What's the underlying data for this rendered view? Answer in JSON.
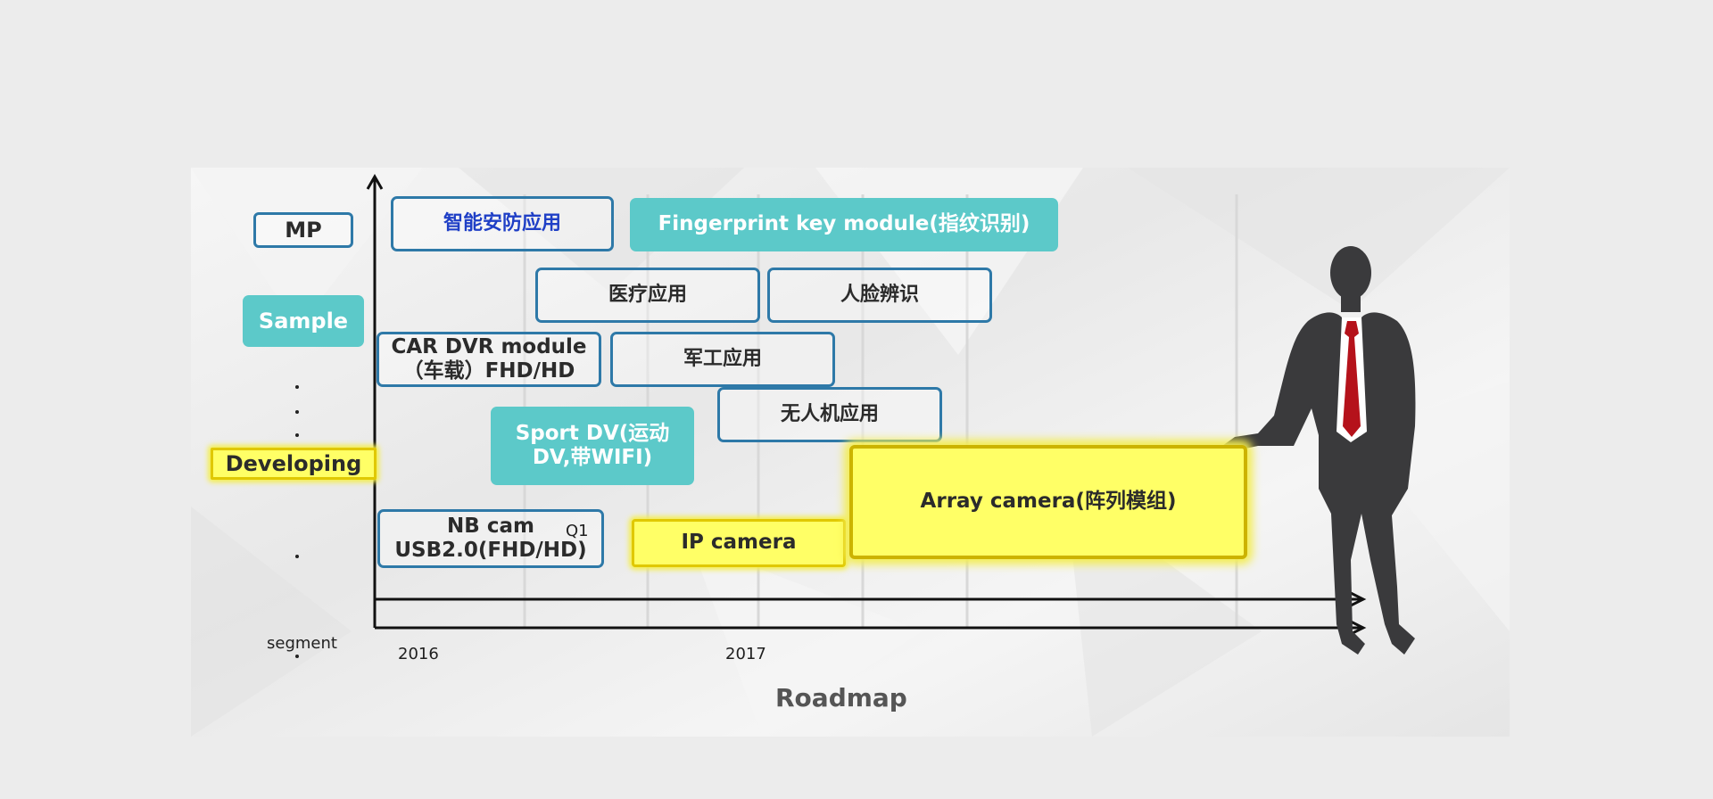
{
  "stages": {
    "mp": "MP",
    "sample": "Sample",
    "developing": "Developing",
    "segment": "segment"
  },
  "years": {
    "start": "2016",
    "mid": "2017"
  },
  "quarter_marker": "Q1",
  "title": "Roadmap",
  "items": {
    "security": "智能安防应用",
    "fingerprint": "Fingerprint key module(指纹识别)",
    "medical": "医疗应用",
    "face": "人脸辨识",
    "car_dvr": "CAR DVR module\n（车载）FHD/HD",
    "military": "军工应用",
    "drone": "无人机应用",
    "sport_dv": "Sport DV(运动\nDV,带WIFI)",
    "nb_cam": "NB cam\nUSB2.0(FHD/HD)",
    "ip_camera": "IP camera",
    "array_camera": "Array camera(阵列模组)"
  },
  "colors": {
    "teal": "#5cc9c9",
    "outline_blue": "#2e79a8",
    "highlight_yellow": "#ffff66",
    "security_text": "#1f3fc6",
    "silhouette": "#3a3a3c",
    "tie": "#b5121b"
  }
}
